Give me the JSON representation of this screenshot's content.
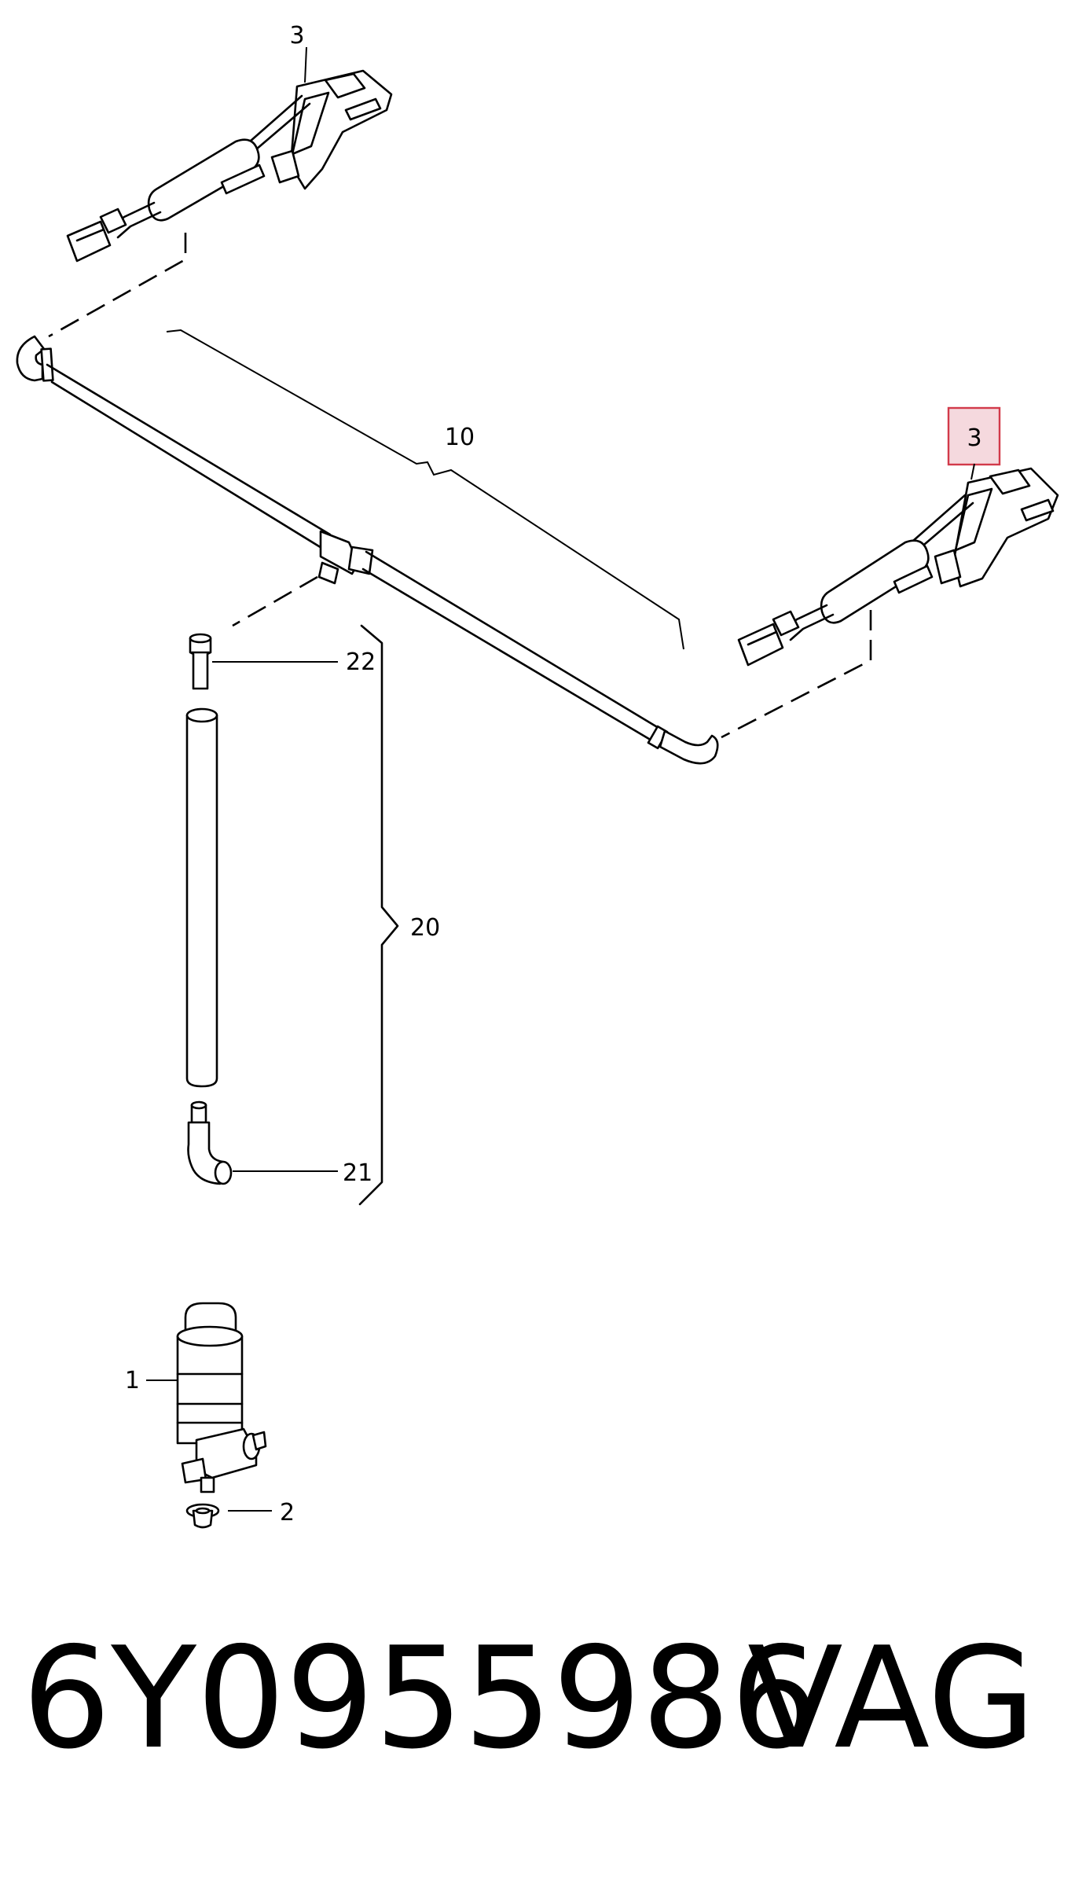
{
  "callouts": {
    "nozzle_left": "3",
    "nozzle_right": "3",
    "hose_main": "10",
    "connector_22": "22",
    "hose_group_20": "20",
    "elbow_21": "21",
    "pump_1": "1",
    "grommet_2": "2"
  },
  "footer": {
    "part_number": "6Y0955986",
    "brand": "VAG"
  },
  "highlight": {
    "color": "#d23a4a",
    "fill": "#f5d9de"
  }
}
